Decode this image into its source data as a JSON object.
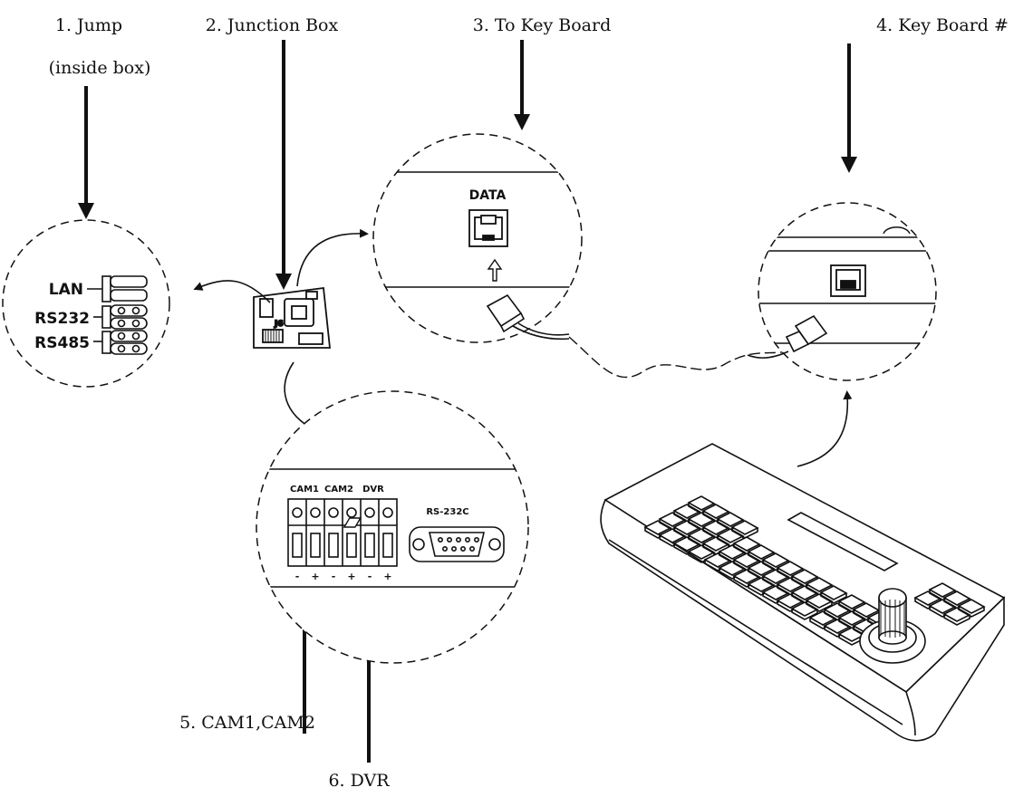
{
  "labels": {
    "jump": "1. Jump",
    "jump_sub": "(inside box)",
    "junction_box": "2. Junction Box",
    "to_keyboard": "3. To Key Board",
    "keyboard": "4. Key Board #",
    "cam": "5. CAM1,CAM2",
    "dvr": "6. DVR"
  },
  "jumper": {
    "lan": "LAN",
    "rs232": "RS232",
    "rs485": "RS485"
  },
  "port": {
    "data": "DATA"
  },
  "terminal": {
    "cam1": "CAM1",
    "cam2": "CAM2",
    "dvr": "DVR",
    "rs232c": "RS-232C",
    "polarity": [
      "-",
      "+",
      "-",
      "+",
      "-",
      "+"
    ]
  },
  "colors": {
    "ink": "#111111",
    "background": "#ffffff"
  }
}
